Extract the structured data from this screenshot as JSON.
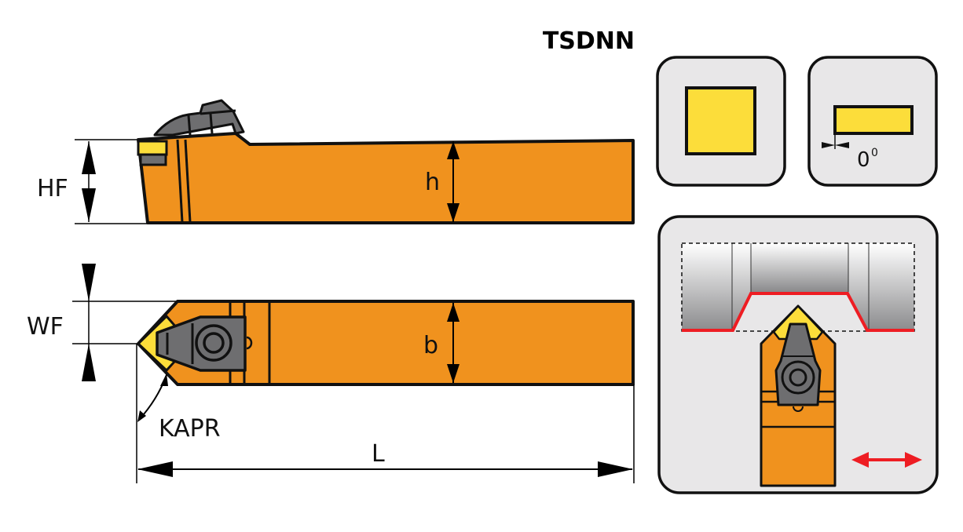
{
  "title": "TSDNN",
  "colors": {
    "body": "#F0921E",
    "insert": "#FCDD3A",
    "clamp": "#6E6E70",
    "outline": "#111111",
    "panel": "#E8E7E8",
    "cut_path": "#EE1D23",
    "motion_arrow": "#EE1D23"
  },
  "dimensions": {
    "hf": "HF",
    "h": "h",
    "wf": "WF",
    "b": "b",
    "kapr": "KAPR",
    "l": "L"
  },
  "icons": {
    "insert_shape": "square-insert-icon",
    "clearance_angle_label": "0",
    "clearance_angle_unit": "0",
    "application": "turning-application-icon",
    "feed_direction": "double-arrow-icon"
  }
}
